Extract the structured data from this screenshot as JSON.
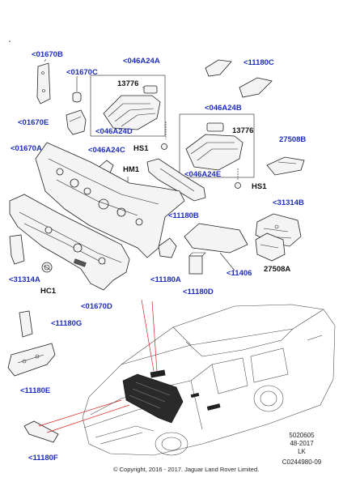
{
  "callouts": {
    "c01670B": "<01670B",
    "c01670C": "<01670C",
    "c046A24A": "<046A24A",
    "c13776a": "13776",
    "c046A24D": "<046A24D",
    "c11180C": "<11180C",
    "c046A24B": "<046A24B",
    "c13776b": "13776",
    "c01670E": "<01670E",
    "c27508B": "27508B",
    "c01670A": "<01670A",
    "c046A24C": "<046A24C",
    "cHS1a": "HS1",
    "c046A24E": "<046A24E",
    "cHM1": "HM1",
    "cHS1b": "HS1",
    "c31314B": "<31314B",
    "c11180B": "<11180B",
    "c31314A": "<31314A",
    "cHC1": "HC1",
    "c11180A": "<11180A",
    "c11406": "<11406",
    "c27508A": "27508A",
    "c11180D": "<11180D",
    "c01670D": "<01670D",
    "c11180G": "<11180G",
    "c11180E": "<11180E",
    "c11180F": "<11180F"
  },
  "reference": {
    "code": "5020605",
    "date": "48-2017",
    "initials": "LK",
    "id": "C0244980-09"
  },
  "copyright": "© Copyright, 2016 - 2017. Jaguar Land Rover Limited."
}
